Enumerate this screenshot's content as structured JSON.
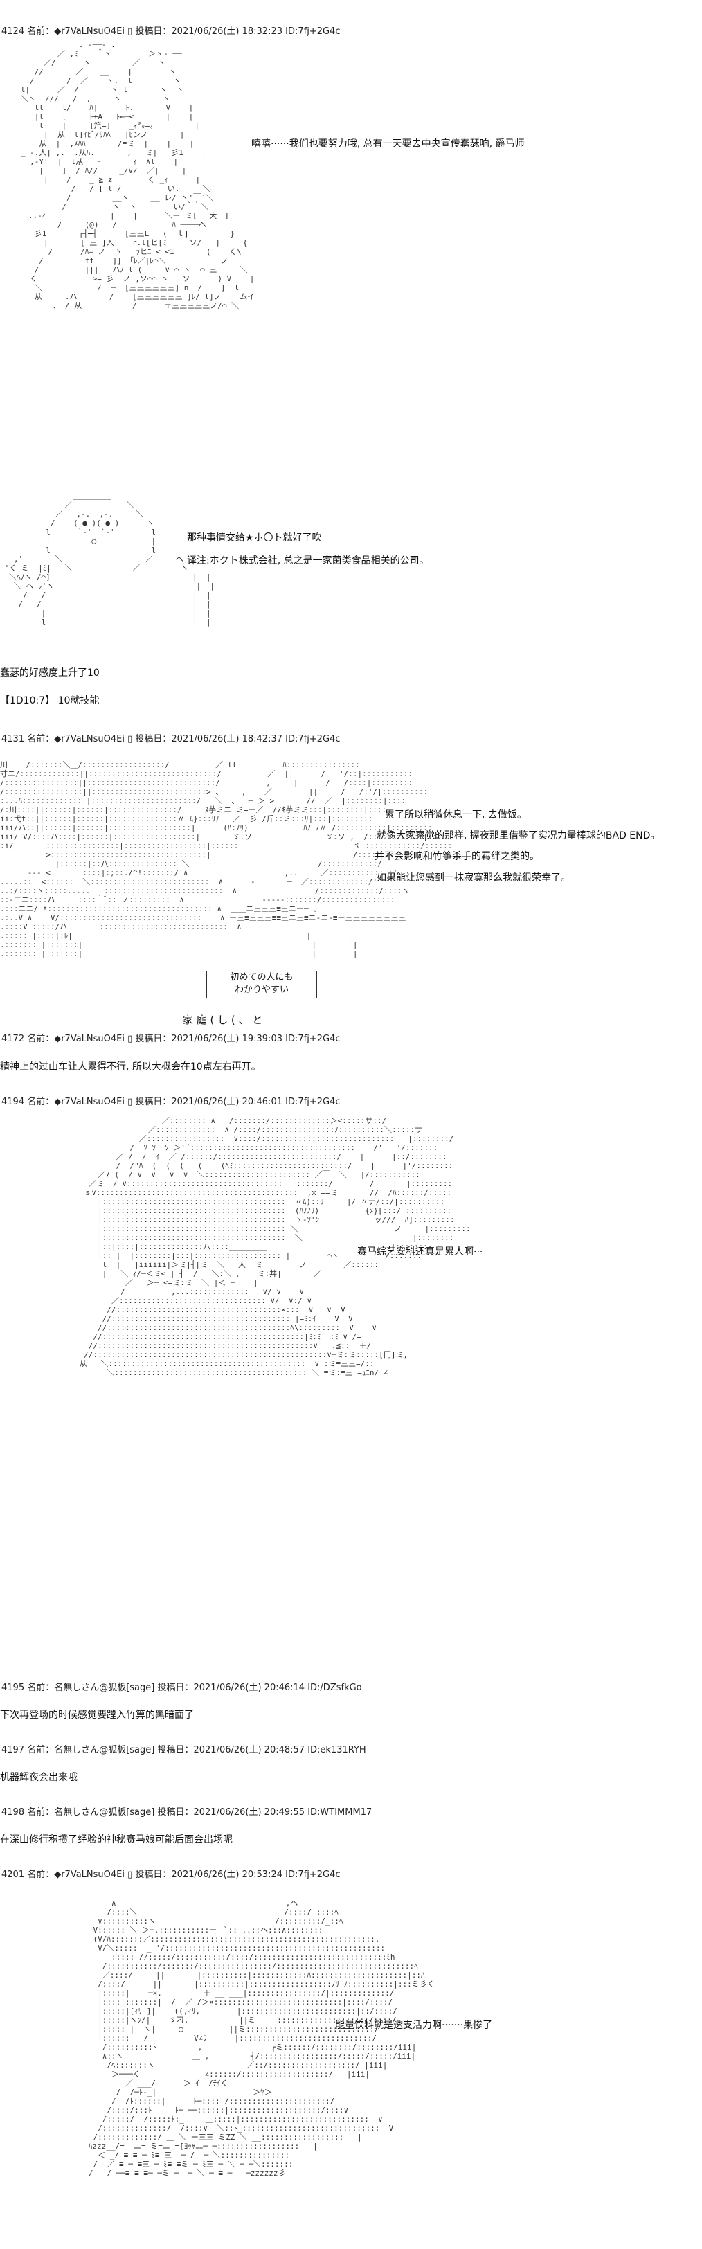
{
  "posts": [
    {
      "header": "4124 名前：◆r7VaLNsuO4Ei ▯ 投稿日：2021/06/26(土) 18:32:23 ID:7fj+2G4c",
      "text": "嘻嘻······我们也要努力哦, 总有一天要去中央宣传蠢瑟响, 爵马师"
    },
    {
      "text_lines": [
        "那种事情交给★ホ〇ト就好了吹",
        "译注:ホクト株式会社, 总之是一家菌类食品相关的公司。"
      ]
    },
    {
      "text_lines": [
        "蠢瑟的好感度上升了10",
        "【1D10:7】 10就技能"
      ]
    },
    {
      "header": "4131 名前：◆r7VaLNsuO4Ei ▯ 投稿日：2021/06/26(土) 18:42:37 ID:7fj+2G4c",
      "text_lines": [
        "累了所以稍微休息一下, 去做饭。",
        "就像大家察觉的那样, 握夜那里借鉴了实况力量棒球的BAD END。",
        "并不会影响和竹筝杀手的羁绊之类的。",
        "如果能让您感到一抹寂寞那么我就很荣幸了。"
      ],
      "box_text": [
        "初めての人にも",
        "わかりやすい"
      ],
      "bottom_text": "家  庭  (  し  (  、  と"
    },
    {
      "header": "4172 名前：◆r7VaLNsuO4Ei ▯ 投稿日：2021/06/26(土) 19:39:03 ID:7fj+2G4c",
      "text": "精神上的过山车让人累得不行, 所以大概会在10点左右再开。"
    },
    {
      "header": "4194 名前：◆r7VaLNsuO4Ei ▯ 投稿日：2021/06/26(土) 20:46:01 ID:7fj+2G4c",
      "text": "赛马综艺安科还真是累人啊···"
    },
    {
      "header": "4195 名前：名無しさん@狐板[sage] 投稿日：2021/06/26(土) 20:46:14 ID:/DZsfkGo",
      "text": "下次再登场的时候感觉要蹚入竹箅的黑暗面了"
    },
    {
      "header": "4197 名前：名無しさん@狐板[sage] 投稿日：2021/06/26(土) 20:48:57 ID:ek131RYH",
      "text": "机器辉夜会出来哦"
    },
    {
      "header": "4198 名前：名無しさん@狐板[sage] 投稿日：2021/06/26(土) 20:49:55 ID:WTIMMM17",
      "text": "在深山修行积攒了经验的神秘赛马娘可能后面会出场呢"
    },
    {
      "header": "4201 名前：◆r7VaLNsuO4Ei ▯ 投稿日：2021/06/26(土) 20:53:24 ID:7fj+2G4c",
      "text": "能量饮料就是透支活力啊·······果惨了"
    }
  ]
}
